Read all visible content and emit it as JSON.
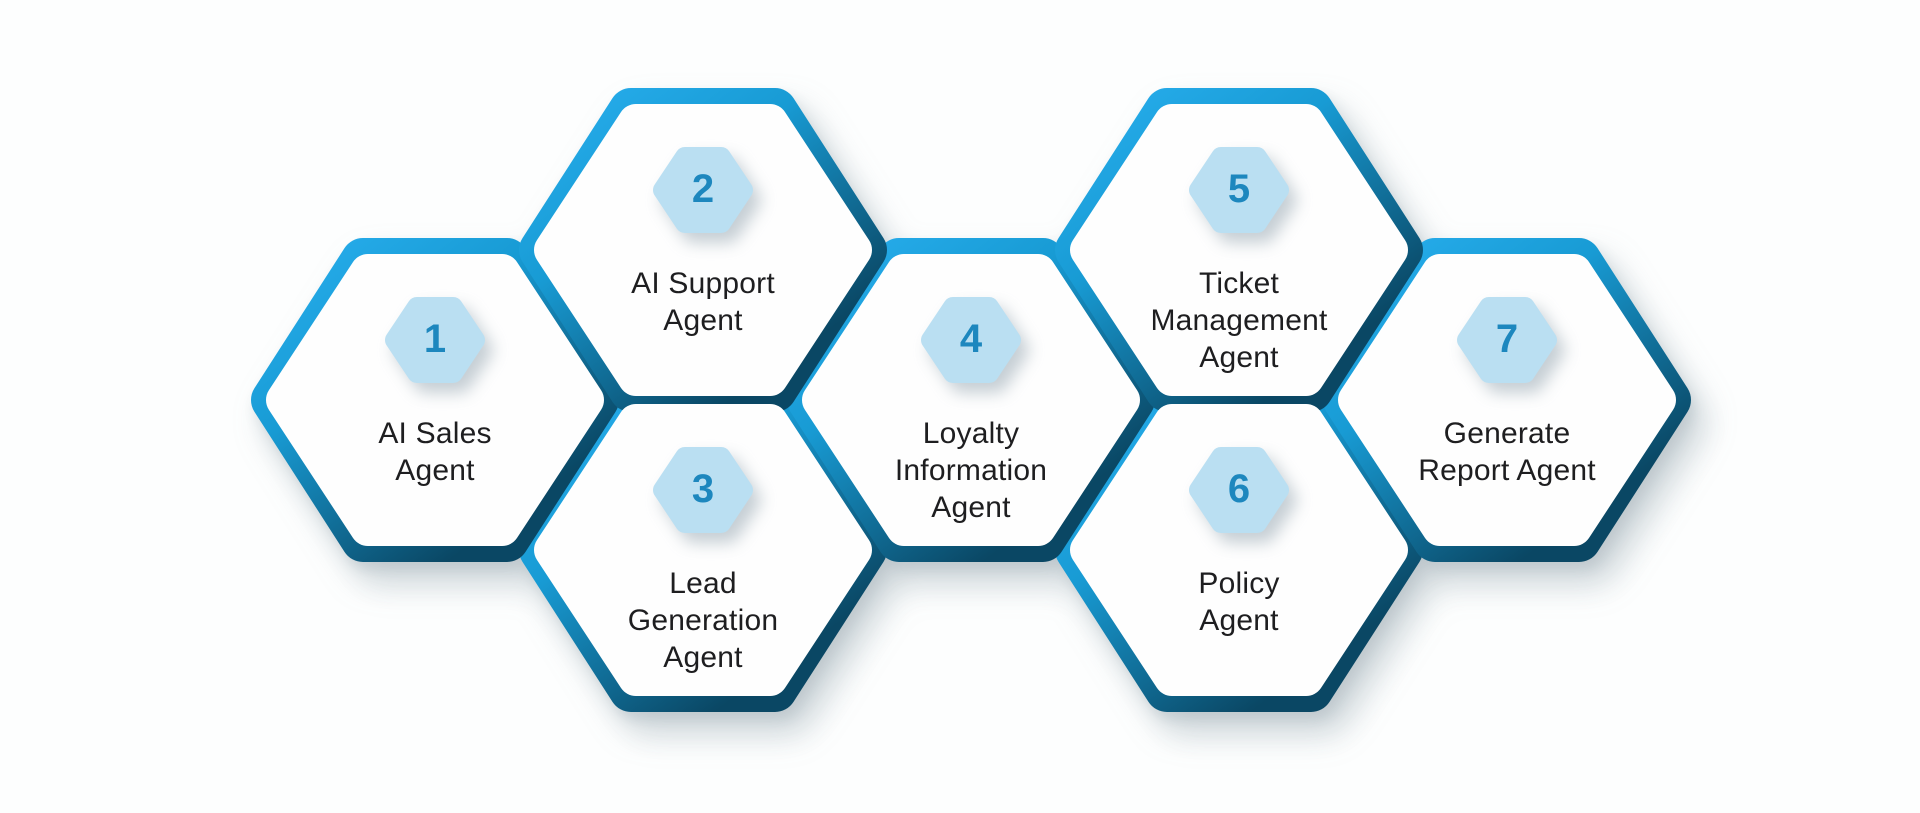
{
  "diagram": {
    "type": "honeycomb-process-diagram",
    "items": [
      {
        "number": "1",
        "label": "AI Sales\nAgent"
      },
      {
        "number": "2",
        "label": "AI Support\nAgent"
      },
      {
        "number": "3",
        "label": "Lead\nGeneration\nAgent"
      },
      {
        "number": "4",
        "label": "Loyalty\nInformation\nAgent"
      },
      {
        "number": "5",
        "label": "Ticket\nManagement\nAgent"
      },
      {
        "number": "6",
        "label": "Policy\nAgent"
      },
      {
        "number": "7",
        "label": "Generate\nReport Agent"
      }
    ],
    "colors": {
      "border_gradient_top": "#27adec",
      "border_gradient_mid": "#189bd4",
      "border_gradient_bottom": "#0a4764",
      "cell_fill": "#fefefe",
      "badge_fill": "#badff2",
      "number_text": "#1d87be",
      "label_text": "#1e1e20",
      "background": "#fdfefe"
    }
  }
}
